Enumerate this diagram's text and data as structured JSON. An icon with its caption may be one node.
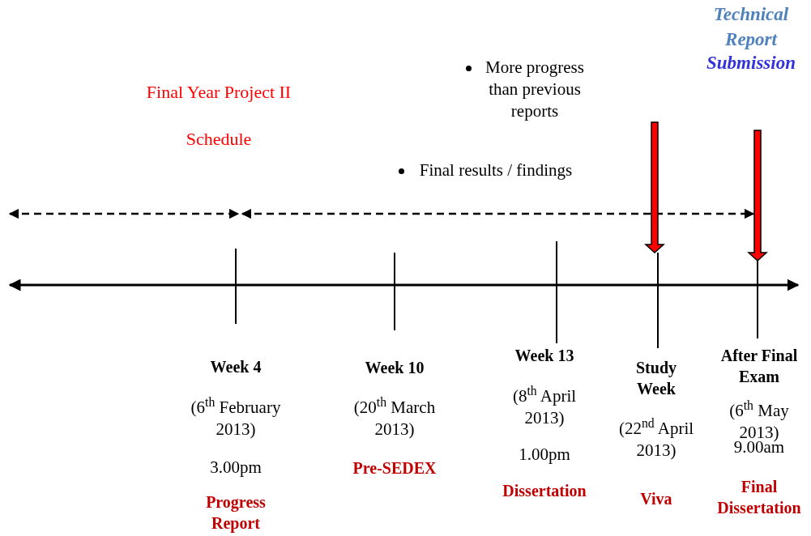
{
  "diagram": {
    "labels": [
      "Technical Report",
      "Submission",
      "More progress than previous reports",
      "Final Year Project II",
      "Final results / findings",
      "Schedule",
      "Week 4",
      "(6$^{th}$ February 2013)",
      "3.00pm",
      "Progress Report",
      "Week 10",
      "(20$^{th}$ March 2013)",
      "Pre-SEDEX",
      "Week 13",
      "(8$^{th}$ April 2013)",
      "1.00pm",
      "Dissertation",
      "Study Week",
      "(22$^{nd}$ April 2013)",
      "Viva",
      "After Final Exam",
      "(6$^{th}$ May 2013)",
      "9.00am",
      "Final Dissertation"
    ]
  }
}
